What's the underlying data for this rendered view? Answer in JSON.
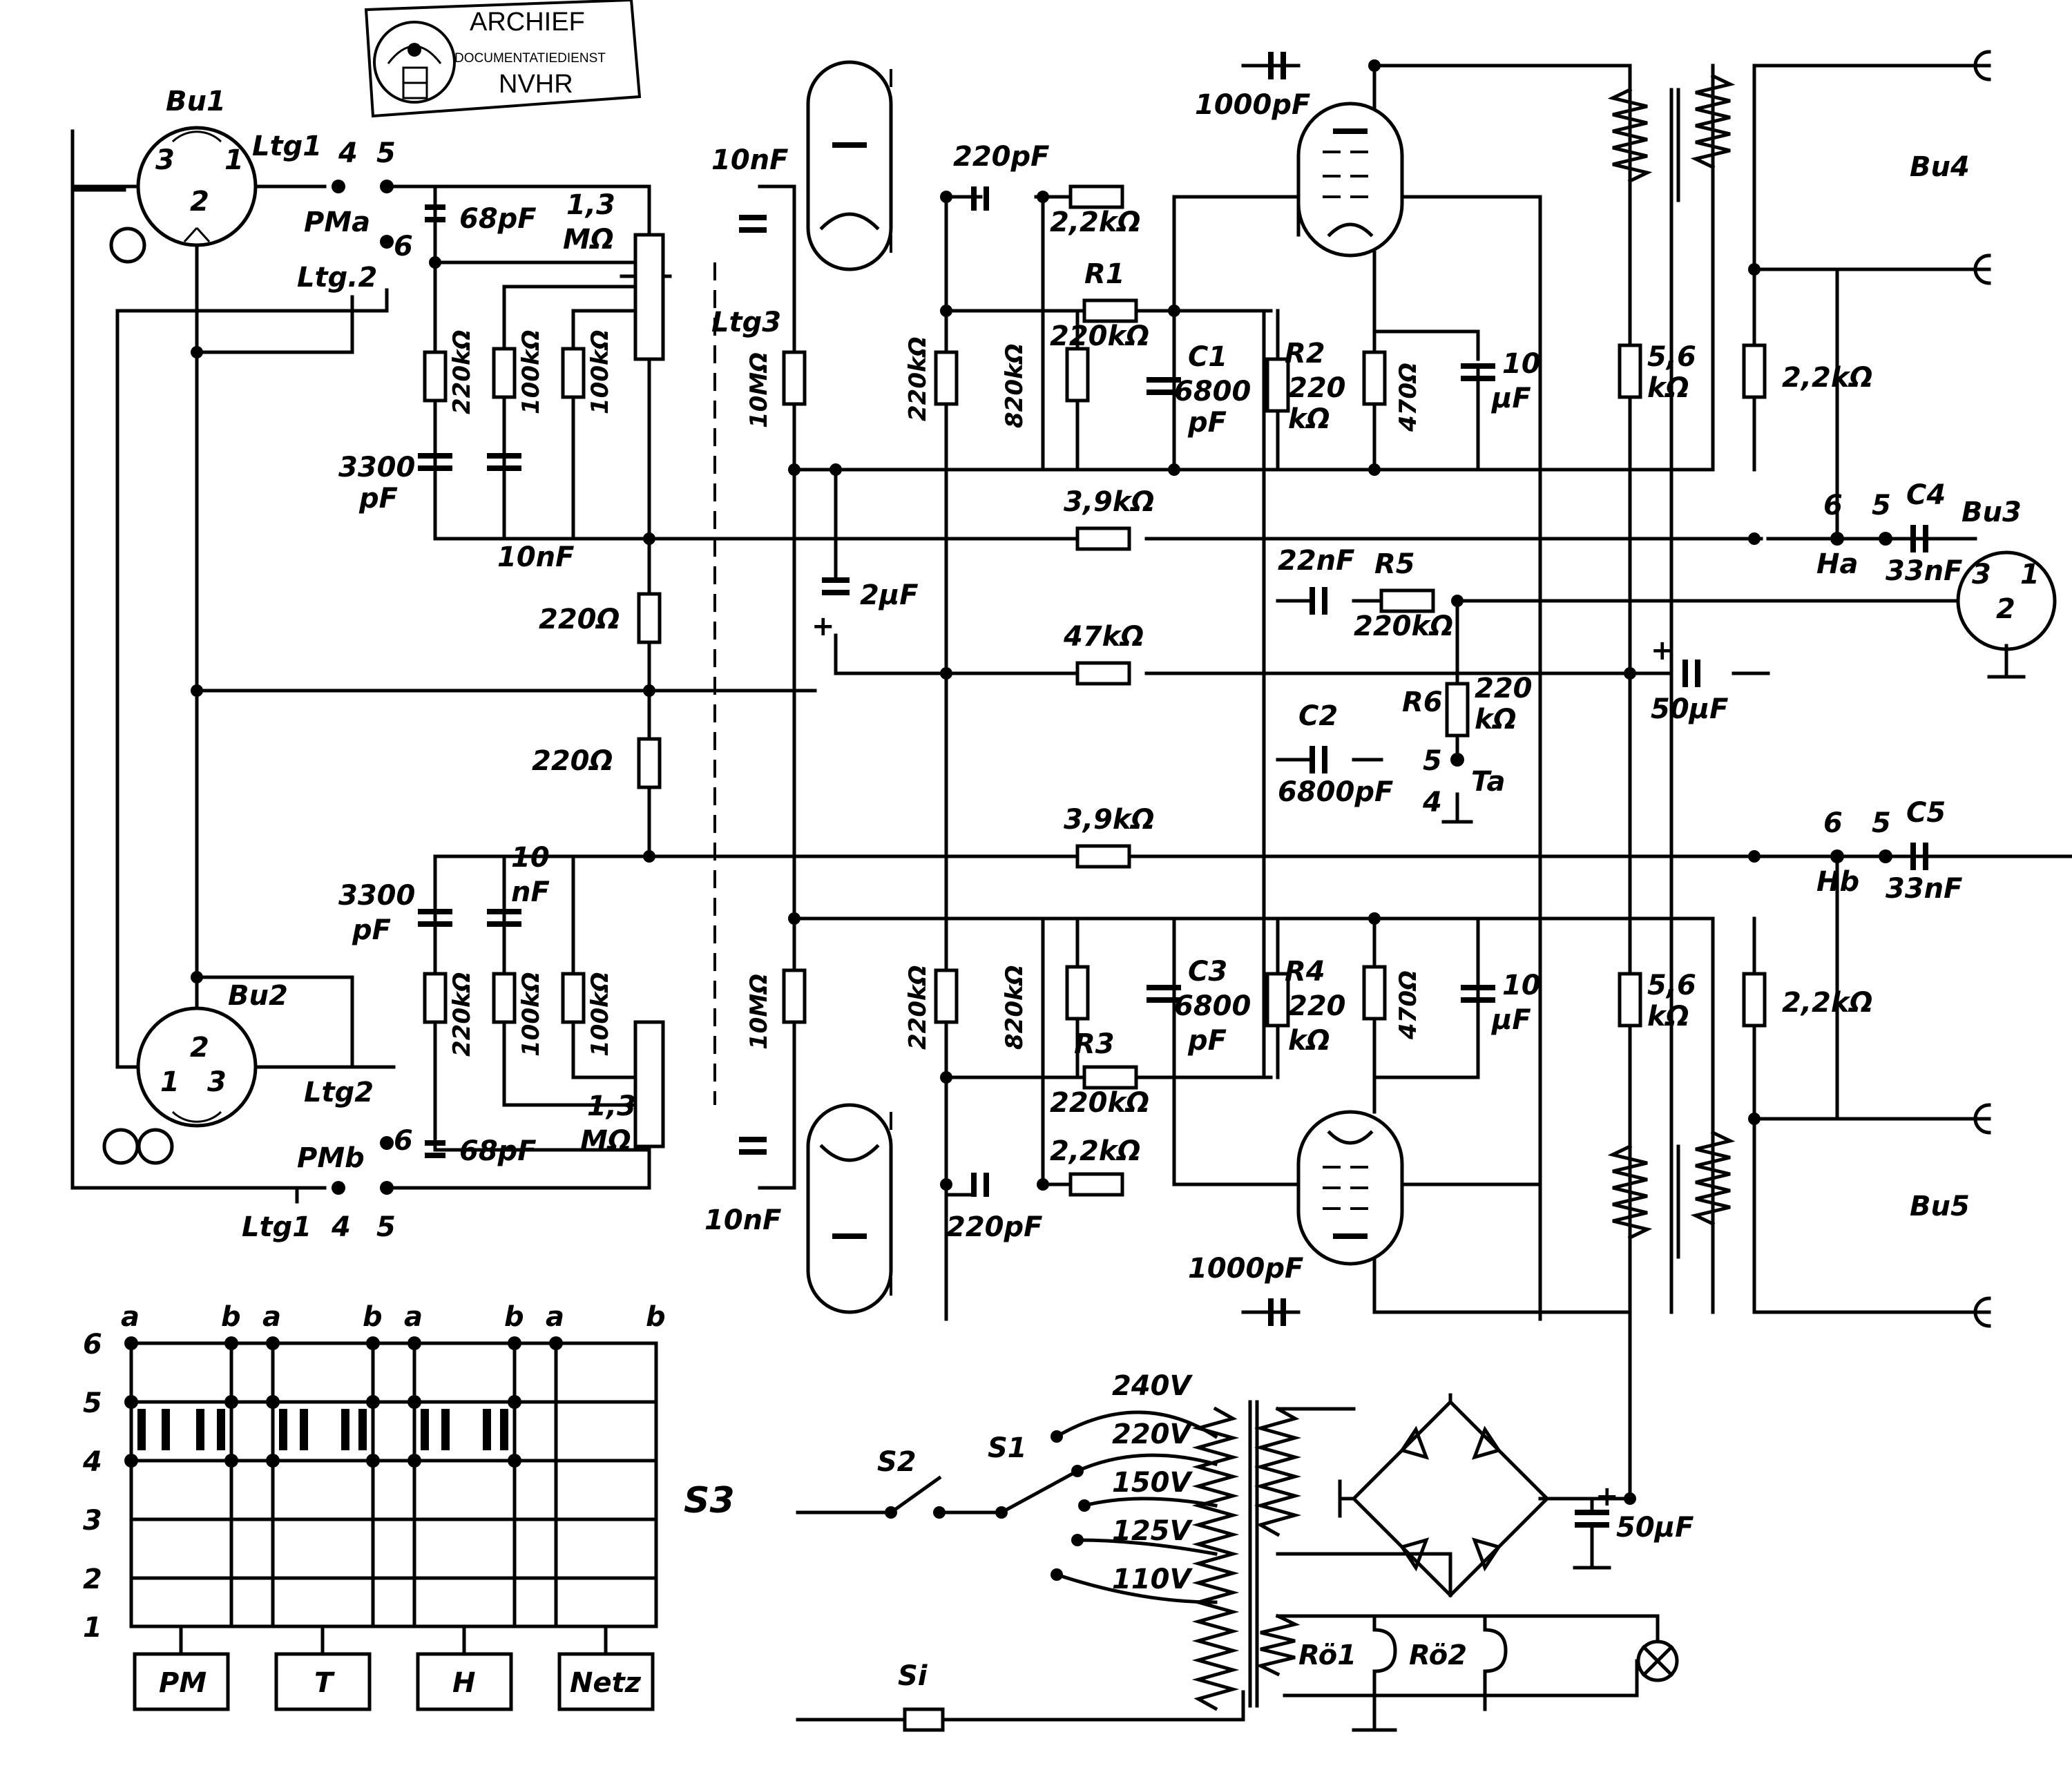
{
  "stamp": {
    "line1": "ARCHIEF",
    "line2": "DOCUMENTATIEDIENST",
    "line3": "NVHR"
  },
  "connectors": {
    "bu1": "Bu1",
    "bu2": "Bu2",
    "bu3": "Bu3",
    "bu4": "Bu4",
    "bu5": "Bu5",
    "pin1": "1",
    "pin2": "2",
    "pin3": "3"
  },
  "wires": {
    "ltg1": "Ltg1",
    "ltg2": "Ltg.2",
    "ltg2b": "Ltg2",
    "ltg3": "Ltg3",
    "pma": "PMa",
    "pmb": "PMb",
    "ha": "Ha",
    "hb": "Hb",
    "ta": "Ta"
  },
  "terminals": {
    "t4": "4",
    "t5": "5",
    "t6": "6"
  },
  "input_network": {
    "c68": "68pF",
    "pot_a": "1,3",
    "pot_b": "MΩ",
    "r220k": "220kΩ",
    "r100k": "100kΩ",
    "c3300_a": "3300",
    "c3300_b": "pF",
    "c10n": "10nF",
    "c10n_a": "10",
    "c10n_b": "nF",
    "r220": "220Ω"
  },
  "preamp": {
    "c10n": "10nF",
    "r10m": "10MΩ",
    "c2u": "2μF",
    "c220p": "220pF",
    "r22k": "2,2kΩ",
    "r220k": "220kΩ",
    "r820k": "820kΩ",
    "r1": "R1",
    "r2": "R2",
    "r3": "R3",
    "r4": "R4",
    "c1": "C1",
    "c3": "C3",
    "c6800_a": "6800",
    "c6800_b": "pF",
    "r220_a": "220",
    "r220_b": "kΩ",
    "r470": "470Ω",
    "c10u_a": "10",
    "c10u_b": "μF",
    "c1000p": "1000pF"
  },
  "feedback": {
    "r39k": "3,9kΩ",
    "r47k": "47kΩ",
    "c22n": "22nF",
    "r5": "R5",
    "r5_val": "220kΩ",
    "r6": "R6",
    "r6_a": "220",
    "r6_b": "kΩ",
    "c2": "C2",
    "c2_val": "6800pF",
    "c50u": "50μF"
  },
  "output": {
    "r56k_a": "5,6",
    "r56k_b": "kΩ",
    "r22k": "2,2kΩ",
    "c4": "C4",
    "c5": "C5",
    "c33n": "33nF"
  },
  "supply": {
    "s1": "S1",
    "s2": "S2",
    "si": "Si",
    "v240": "240V",
    "v220": "220V",
    "v150": "150V",
    "v125": "125V",
    "v110": "110V",
    "c50u": "50μF",
    "r61": "Rö1",
    "r62": "Rö2"
  },
  "switch_s3": {
    "name": "S3",
    "col_a": "a",
    "col_b": "b",
    "rows": [
      "6",
      "5",
      "4",
      "3",
      "2",
      "1"
    ],
    "positions": [
      "PM",
      "T",
      "H",
      "Netz"
    ]
  }
}
